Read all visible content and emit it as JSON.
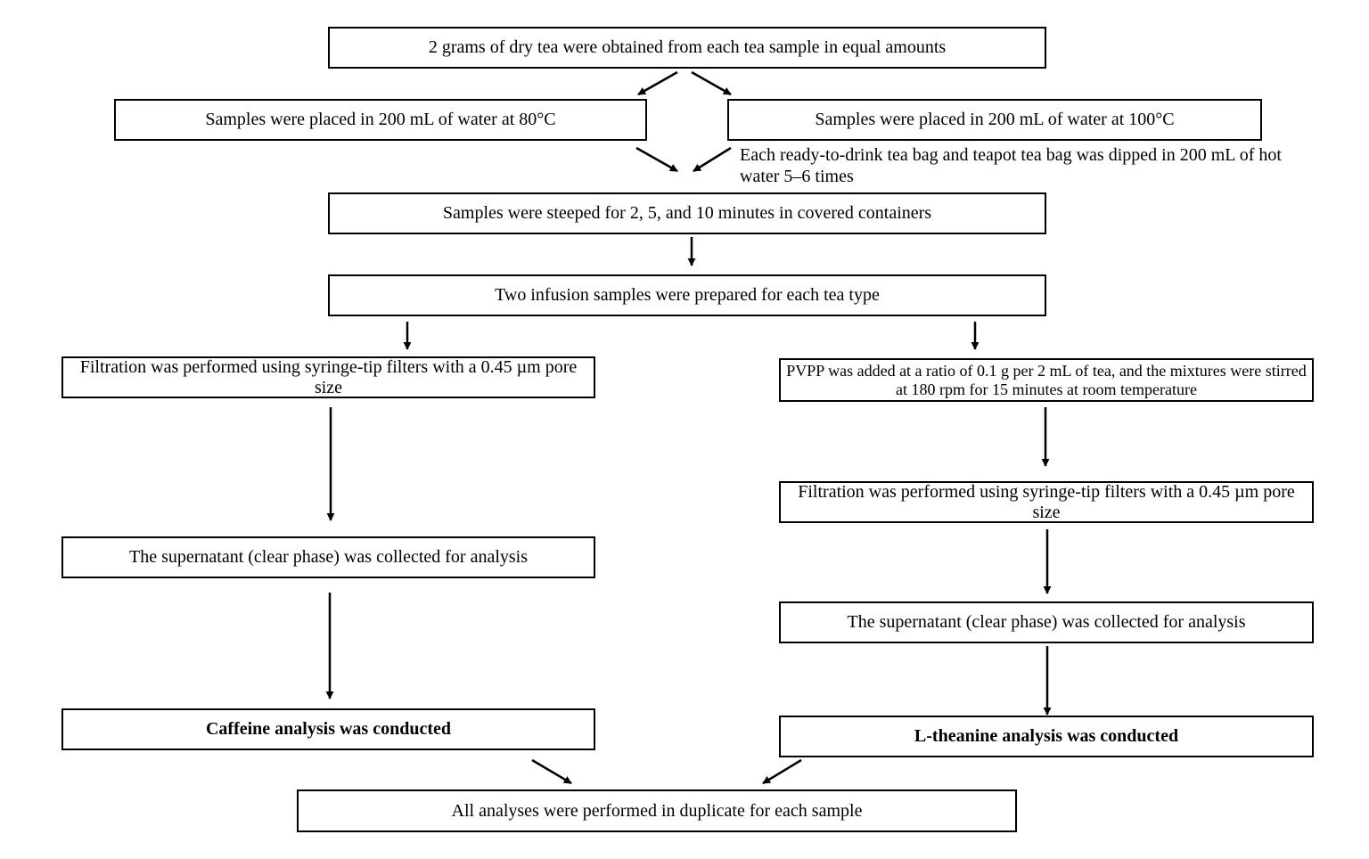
{
  "steps": {
    "dry_tea": "2 grams of dry tea were obtained from each tea sample in equal amounts",
    "water_80": "Samples were placed in 200 mL of water at 80°C",
    "water_100": "Samples were placed in 200 mL of water at 100°C",
    "tea_bag_note": "Each ready-to-drink tea bag and teapot tea bag was dipped in 200 mL of hot water 5–6 times",
    "steeped": "Samples were steeped for 2, 5, and 10 minutes in covered containers",
    "two_infusions": "Two infusion samples were prepared for each tea type",
    "left_filtration": "Filtration was performed using syringe-tip filters with a 0.45 µm pore size",
    "left_supernatant": "The supernatant (clear phase) was collected for analysis",
    "caffeine": "Caffeine analysis was conducted",
    "pvpp": "PVPP was added at a ratio of 0.1 g per 2 mL of tea, and the mixtures were stirred at 180 rpm for 15 minutes at room temperature",
    "right_filtration": "Filtration was performed using syringe-tip filters with a 0.45 µm pore size",
    "right_supernatant": "The supernatant (clear phase) was collected for analysis",
    "theanine": "L-theanine analysis was conducted",
    "duplicate": "All analyses were performed in duplicate for each sample"
  }
}
